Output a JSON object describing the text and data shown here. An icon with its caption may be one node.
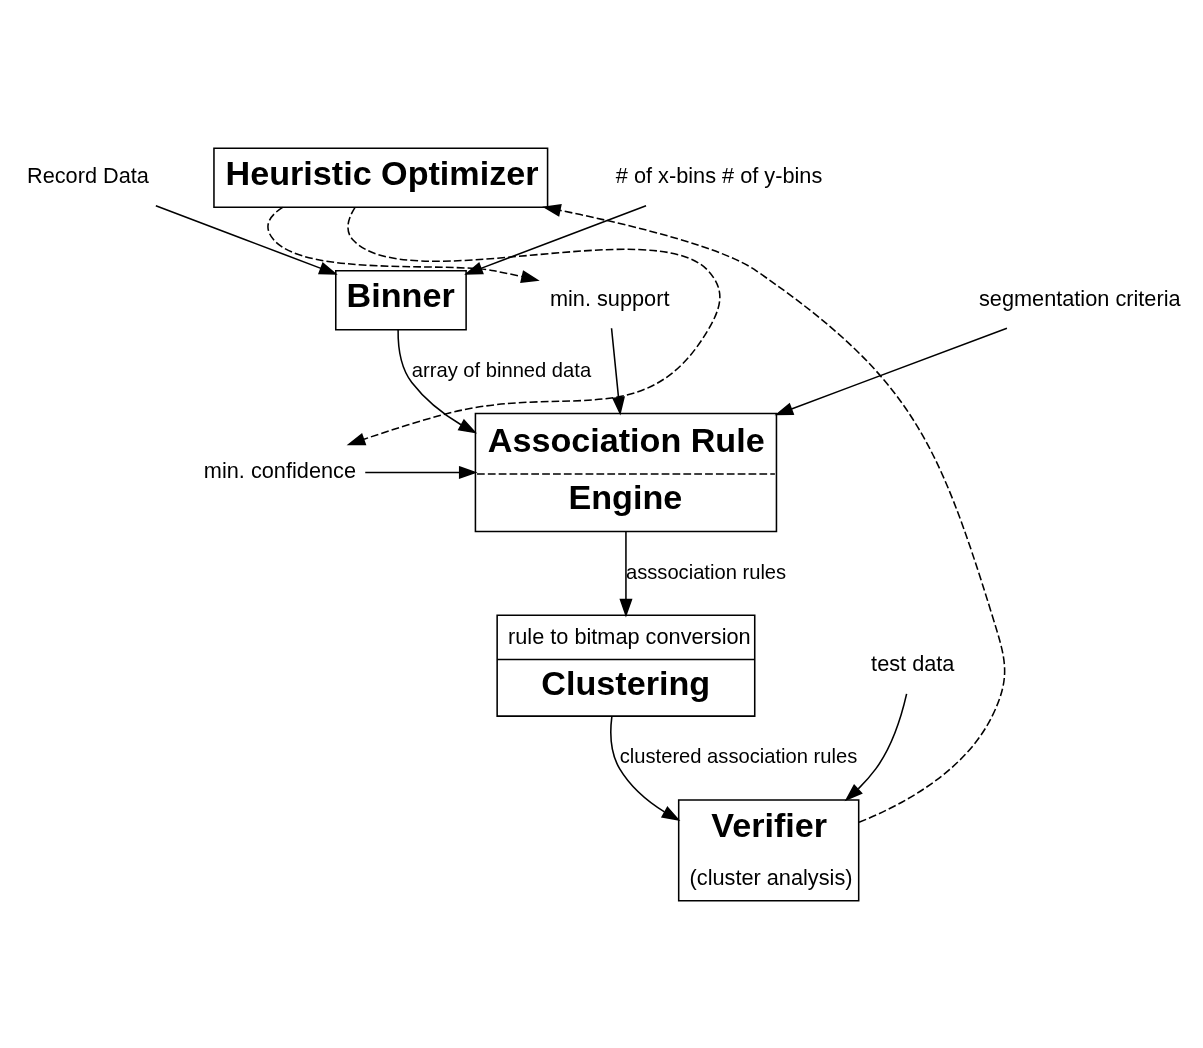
{
  "diagram": {
    "nodes": [
      {
        "text": [
          "Record Data"
        ]
      },
      {
        "text": [
          "# of x-bins # of y-bins"
        ]
      },
      {
        "text": [
          "Binner"
        ]
      },
      {
        "text": [
          "min. support"
        ]
      },
      {
        "text": [
          "Association Rule",
          "Engine"
        ]
      },
      {
        "text": [
          "segmentation criteria"
        ]
      },
      {
        "text": [
          "min. confidence"
        ]
      },
      {
        "text": [
          "Heuristic Optimizer"
        ]
      },
      {
        "text": [
          "rule to bitmap conversion",
          "Clustering"
        ]
      },
      {
        "text": [
          "test data"
        ]
      },
      {
        "text": [
          "Verifier",
          "(cluster analysis)"
        ]
      }
    ],
    "edges": [
      {
        "from": 0,
        "to": 2,
        "arrow": "to"
      },
      {
        "from": 1,
        "to": 2,
        "arrow": "to"
      },
      {
        "from": 2,
        "to": 4,
        "arrow": "to",
        "label": "array of binned data"
      },
      {
        "from": 7,
        "to": 3,
        "arrow": "to",
        "style": "dashed"
      },
      {
        "from": 3,
        "to": 4,
        "arrow": "to"
      },
      {
        "from": 5,
        "to": 4,
        "arrow": "to"
      },
      {
        "from": 7,
        "to": 6,
        "arrow": "to",
        "style": "dashed"
      },
      {
        "from": 6,
        "to": 4,
        "arrow": "to"
      },
      {
        "from": 4,
        "to": 8,
        "arrow": "to",
        "label": "asssociation rules"
      },
      {
        "from": 8,
        "to": 10,
        "arrow": "to",
        "label": "clustered association rules"
      },
      {
        "from": 9,
        "to": 10,
        "arrow": "to"
      },
      {
        "from": 10,
        "to": 7,
        "arrow": "to",
        "style": "dashed"
      }
    ]
  }
}
